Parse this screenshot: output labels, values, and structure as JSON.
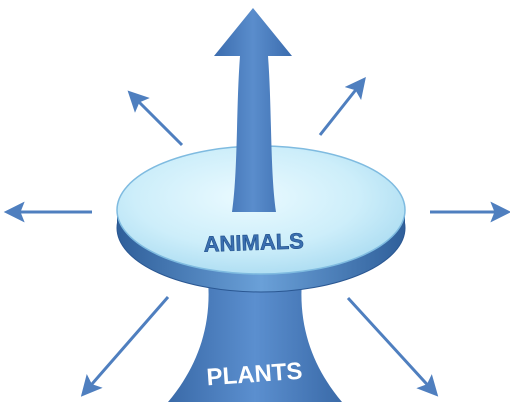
{
  "diagram": {
    "top_label": "ANIMALS",
    "bottom_label": "PLANTS",
    "colors": {
      "arrow": "#4f7fbf",
      "arrow_dark": "#2f5f9a",
      "disk_top": "#d6f1fb",
      "disk_edge": "#4d86c2",
      "stem": "#4a7dbb",
      "text_top": "#3b6fb0",
      "text_bottom": "#ffffff"
    },
    "radial_arrows": 6
  }
}
